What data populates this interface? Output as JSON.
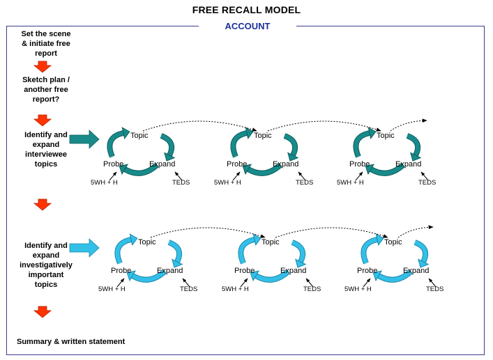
{
  "title": "FREE RECALL MODEL",
  "frame_label": "ACCOUNT",
  "steps": [
    {
      "lines": [
        "Set the scene",
        "& initiate free",
        "report"
      ]
    },
    {
      "lines": [
        "Sketch plan /",
        "another free",
        "report?"
      ]
    },
    {
      "lines": [
        "Identify and",
        "expand",
        "interviewee",
        "topics"
      ]
    },
    {
      "lines": [
        "Identify and",
        "expand",
        "investigatively",
        "important",
        "topics"
      ]
    }
  ],
  "summary": "Summary & written statement",
  "cycle": {
    "topic": "Topic",
    "probe": "Probe",
    "expand": "Expand",
    "probe_note": "5WH + H",
    "expand_note": "TEDS"
  },
  "colors": {
    "frame": "#3b3b8f",
    "account_text": "#1d2f9a",
    "down_arrow": "#ff3300",
    "row1_arrow": "#188a8a",
    "row2_arrow": "#33c0e8"
  }
}
